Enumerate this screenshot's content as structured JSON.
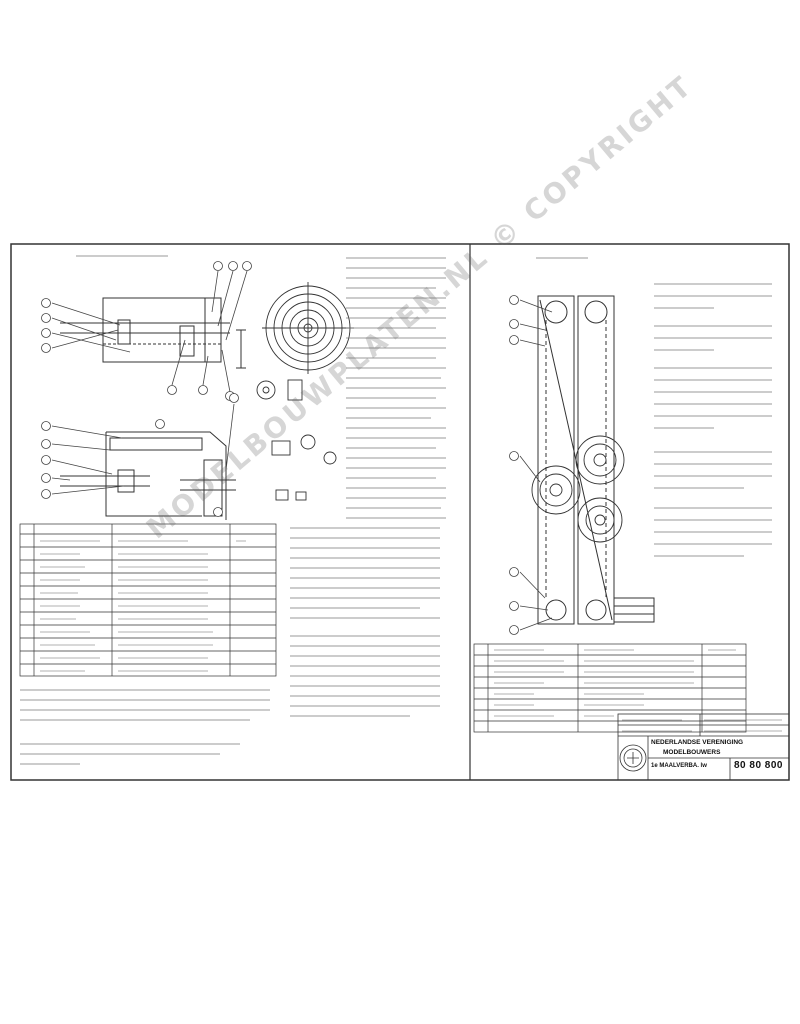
{
  "watermark": "MODELBOUWPLATEN.NL © COPYRIGHT",
  "title_block": {
    "organisation_line1": "NEDERLANDSE VERENIGING",
    "organisation_line2": "MODELBOUWERS",
    "drawing_code": "1e MAALVERBA. lw",
    "drawing_number": "80 80 800"
  },
  "logo_icon": "association-seal"
}
